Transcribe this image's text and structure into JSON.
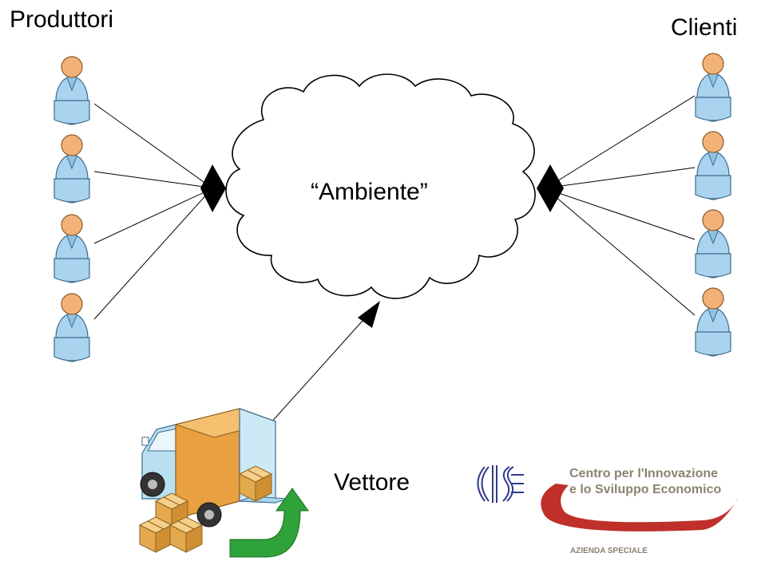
{
  "labels": {
    "producers": "Produttori",
    "clients": "Clienti",
    "environment": "“Ambiente”",
    "carrier": "Vettore"
  },
  "logo": {
    "line1": "Centro per l'Innovazione",
    "line2": "e lo Sviluppo Economico",
    "line3": "AZIENDA SPECIALE",
    "accent_color": "#c0302a",
    "text_color": "#8b8370"
  },
  "colors": {
    "person_body": "#a9d3ee",
    "person_head": "#f2b277",
    "truck_cab": "#b8e0f0",
    "truck_box": "#e8a040",
    "arrow_green": "#2fa23a"
  }
}
